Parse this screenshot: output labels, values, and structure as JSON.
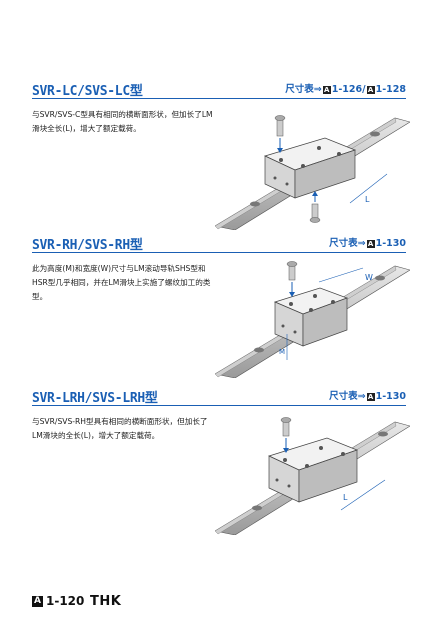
{
  "sections": [
    {
      "title": "SVR-LC/SVS-LC型",
      "ref_prefix": "尺寸表⇒",
      "ref_a": "1-126/",
      "ref_b": "1-128",
      "box_letter": "A",
      "desc": "与SVR/SVS-C型具有相同的横断面形状，但加长了LM滑块全长(L)，增大了额定载荷。",
      "dim_label": "L"
    },
    {
      "title": "SVR-RH/SVS-RH型",
      "ref_prefix": "尺寸表⇒",
      "ref_a": "1-130",
      "box_letter": "A",
      "desc": "此为高度(M)和宽度(W)尺寸与LM滚动导轨SHS型和HSR型几乎相同，并在LM滑块上实施了螺纹加工的类型。",
      "dim_label": "W",
      "dim_label2": "M"
    },
    {
      "title": "SVR-LRH/SVS-LRH型",
      "ref_prefix": "尺寸表⇒",
      "ref_a": "1-130",
      "box_letter": "A",
      "desc": "与SVR/SVS-RH型具有相同的横断面形状，但加长了LM滑块的全长(L)，增大了额定载荷。",
      "dim_label": "L"
    }
  ],
  "footer": {
    "box_letter": "A",
    "page": "1-120",
    "logo": "THK"
  }
}
